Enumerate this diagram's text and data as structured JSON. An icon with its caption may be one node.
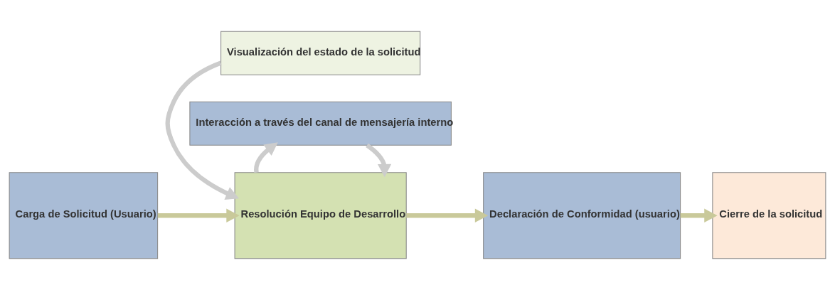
{
  "diagram": {
    "nodes": [
      {
        "text": [
          "Visualización del estado de la solicitud"
        ]
      },
      {
        "text": [
          "Carga de Solicitud (Usuario)"
        ]
      },
      {
        "text": [
          "Resolución Equipo de Desarrollo"
        ]
      },
      {
        "text": [
          "Declaración de Conformidad (usuario)"
        ]
      },
      {
        "text": [
          "Cierre de la solicitud"
        ]
      },
      {
        "text": [
          "Interacción a través del canal de mensajería interno"
        ]
      }
    ],
    "edges": [
      {
        "from": 0,
        "to": 2,
        "arrow": "to",
        "color": "#cccccc"
      },
      {
        "from": 1,
        "to": 2,
        "arrow": "to"
      },
      {
        "from": 2,
        "to": 3,
        "arrow": "to"
      },
      {
        "from": 3,
        "to": 4,
        "arrow": "to"
      },
      {
        "from": 5,
        "to": 2,
        "arrow": "to",
        "color": "#cccccc"
      },
      {
        "from": 2,
        "to": 5,
        "arrow": "to",
        "color": "#cccccc"
      }
    ]
  }
}
